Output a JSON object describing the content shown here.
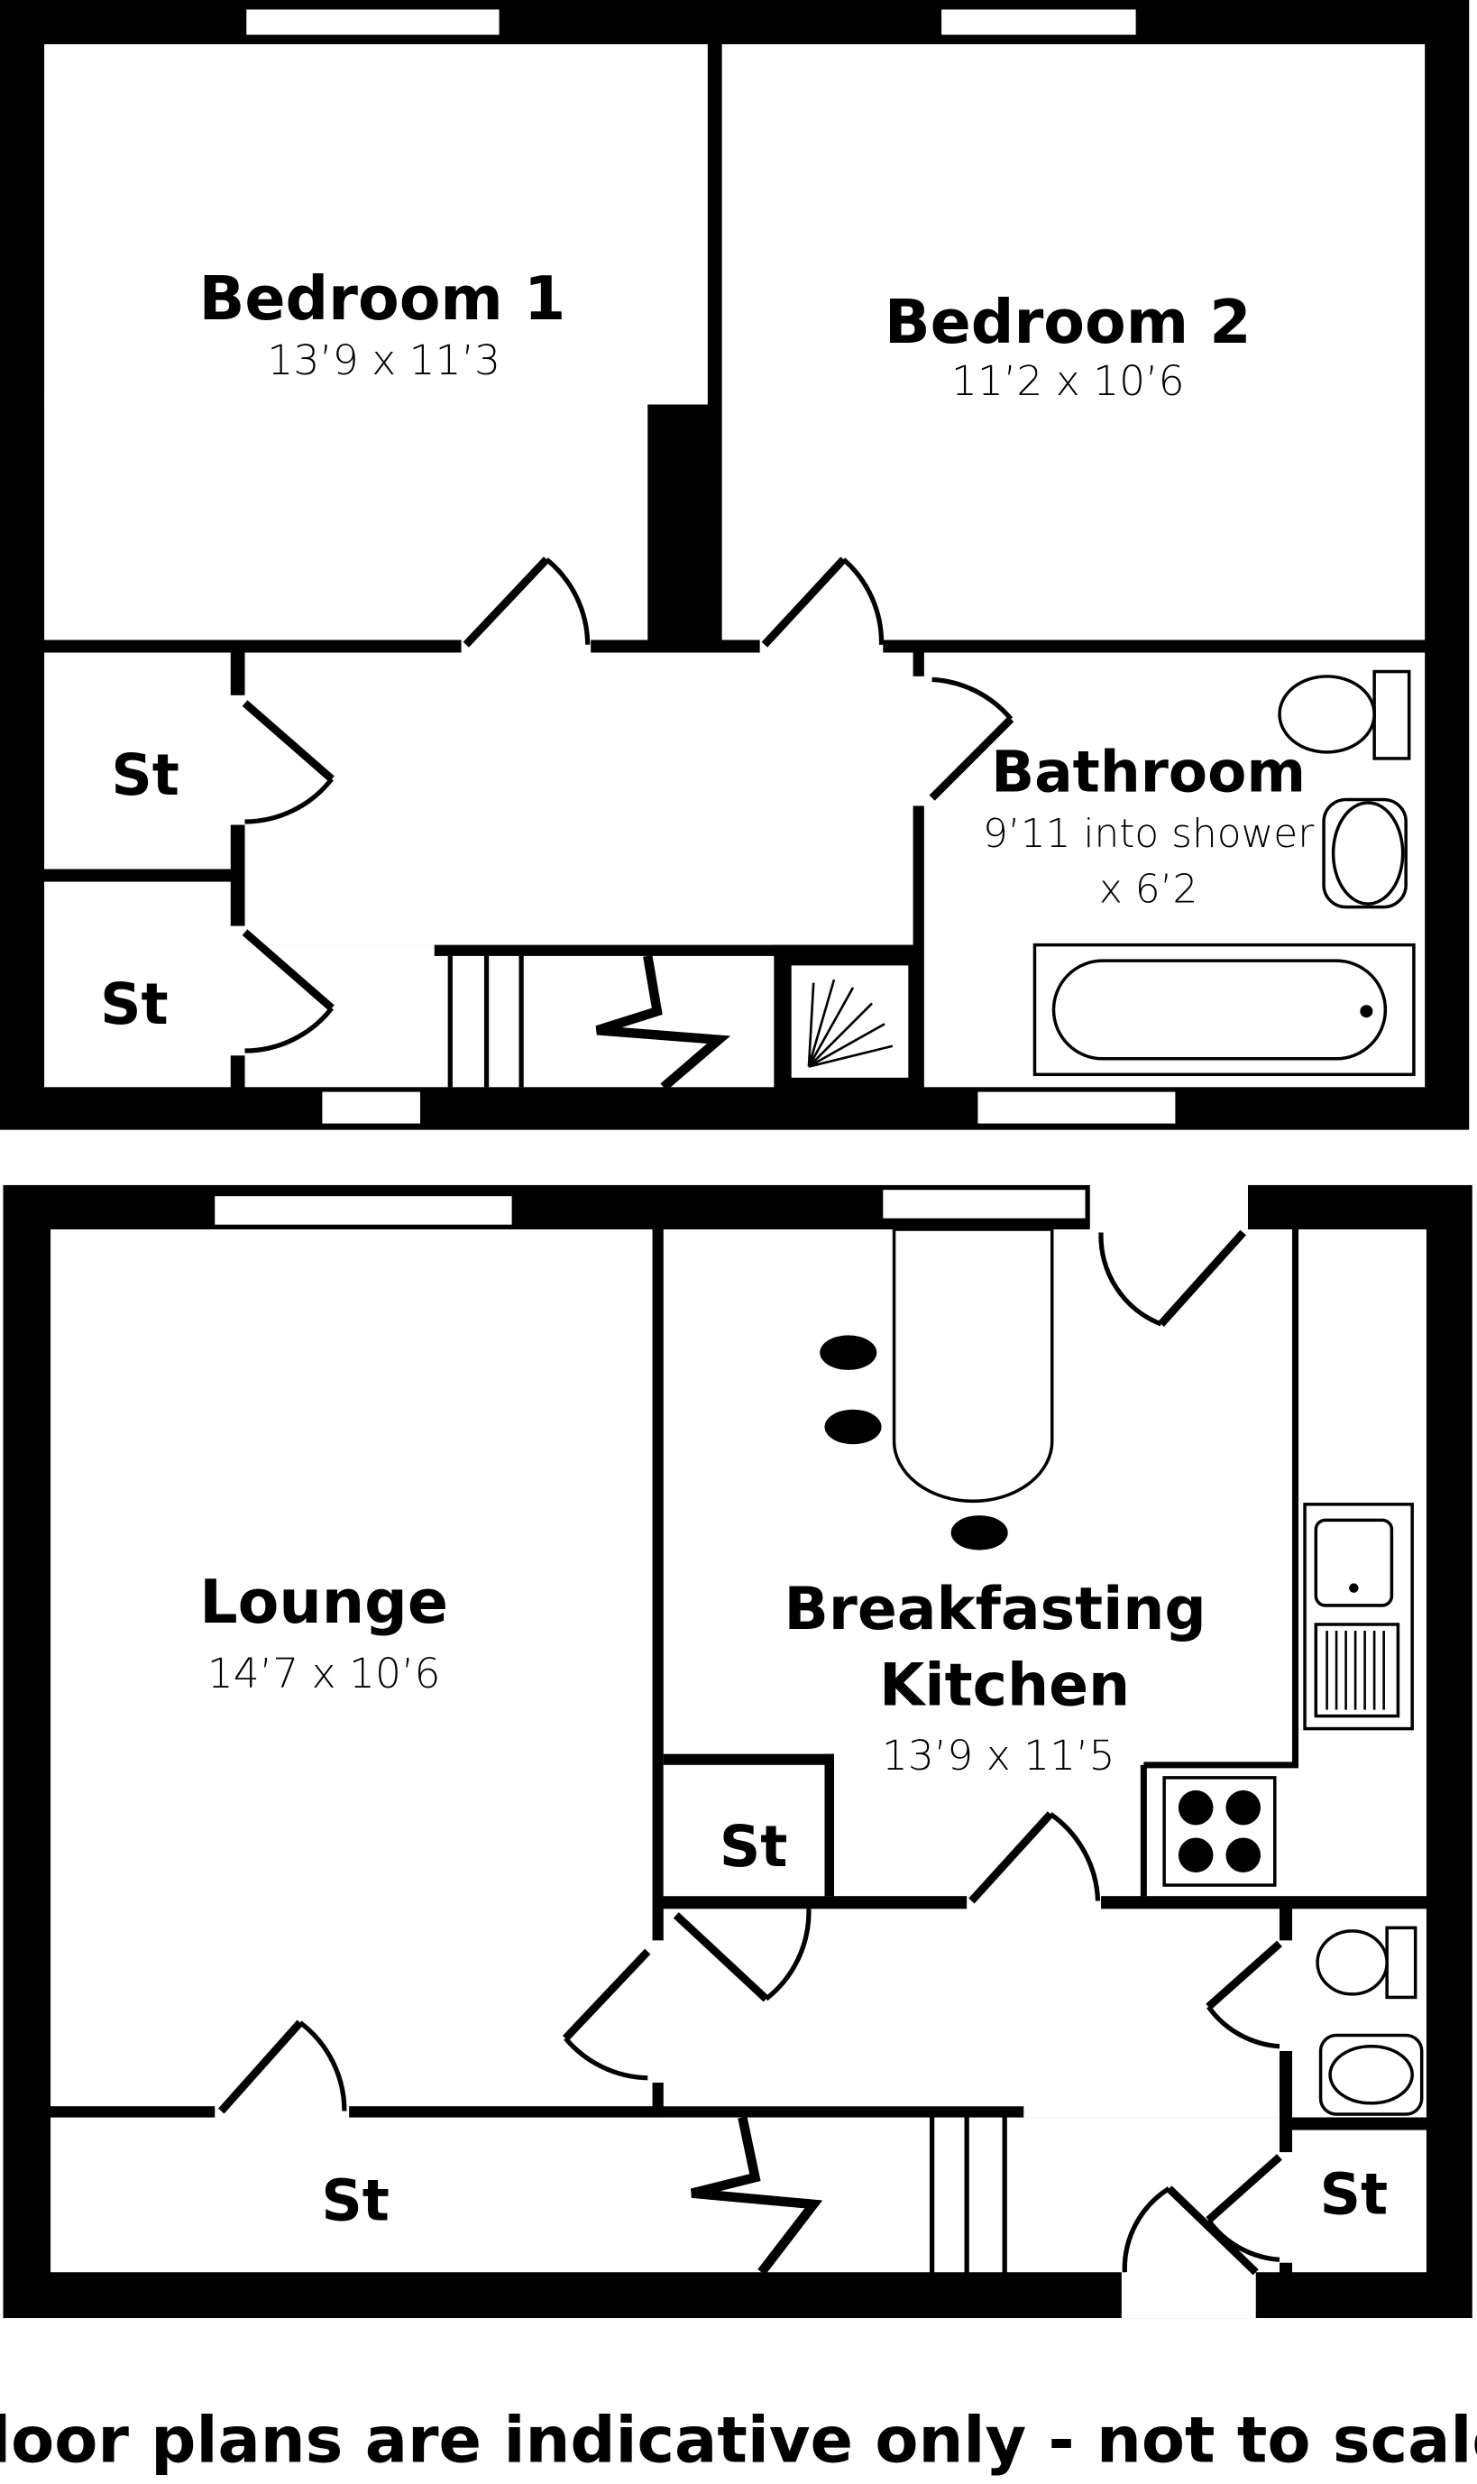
{
  "upper_floor": {
    "rooms": [
      {
        "name": "Bedroom 1",
        "dimensions": "13’9 x 11’3"
      },
      {
        "name": "Bedroom 2",
        "dimensions": "11’2 x 10’6"
      },
      {
        "name": "St"
      },
      {
        "name": "St"
      },
      {
        "name": "Bathroom",
        "dimensions_line1": "9’11 into shower",
        "dimensions_line2": "x 6’2"
      }
    ]
  },
  "ground_floor": {
    "rooms": [
      {
        "name": "Lounge",
        "dimensions": "14’7 x 10’6"
      },
      {
        "name_line1": "Breakfasting",
        "name_line2": "Kitchen",
        "dimensions": "13’9 x 11’5"
      },
      {
        "name": "St"
      },
      {
        "name": "St"
      },
      {
        "name": "St"
      }
    ]
  },
  "footer": "Floor plans are indicative only - not to scale."
}
